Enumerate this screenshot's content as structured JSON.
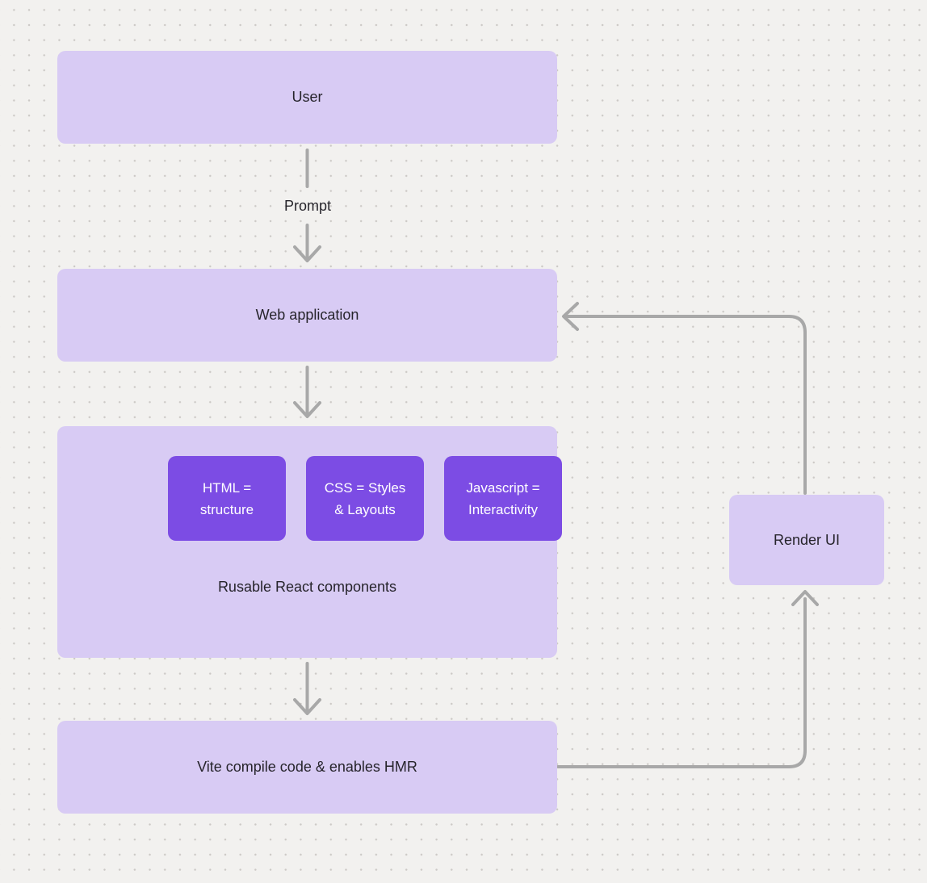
{
  "nodes": {
    "user": {
      "label": "User"
    },
    "web_application": {
      "label": "Web application"
    },
    "components_group": {
      "label": "Rusable React components",
      "children": [
        {
          "id": "html",
          "label": "HTML = structure"
        },
        {
          "id": "css",
          "label": "CSS = Styles & Layouts"
        },
        {
          "id": "javascript",
          "label": "Javascript = Interactivity"
        }
      ]
    },
    "vite": {
      "label": "Vite compile code & enables HMR"
    },
    "render_ui": {
      "label": "Render UI"
    }
  },
  "edge_labels": {
    "prompt": "Prompt"
  },
  "edges": [
    {
      "from": "user",
      "to": "web_application",
      "label": "Prompt"
    },
    {
      "from": "web_application",
      "to": "components_group",
      "label": ""
    },
    {
      "from": "components_group",
      "to": "vite",
      "label": ""
    },
    {
      "from": "vite",
      "to": "render_ui",
      "label": ""
    },
    {
      "from": "render_ui",
      "to": "web_application",
      "label": ""
    }
  ],
  "colors": {
    "node_fill": "#d8cbf4",
    "child_node_fill": "#7c4ce4",
    "child_node_text": "#ffffff",
    "connector": "#a8a8a8",
    "text": "#26242b",
    "background": "#f2f1ef",
    "dot_grid": "#ccc9c6"
  }
}
